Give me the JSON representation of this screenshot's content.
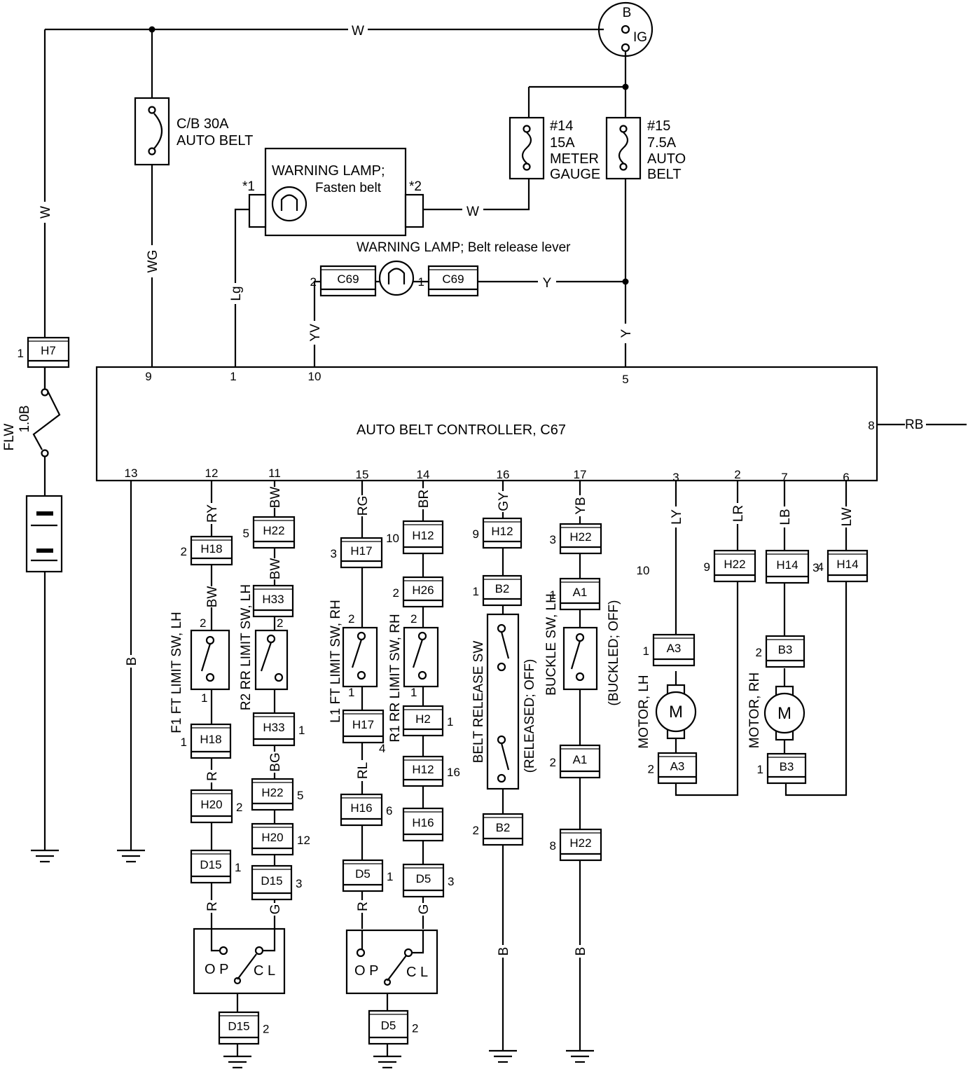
{
  "controller": {
    "label": "AUTO BELT CONTROLLER, C67"
  },
  "ignition": {
    "b": "B",
    "ig": "IG"
  },
  "labels": {
    "cb": [
      "C/B 30A",
      "AUTO BELT"
    ],
    "f14": [
      "#14",
      "15A",
      "METER",
      "GAUGE"
    ],
    "f15": [
      "#15",
      "7.5A",
      "AUTO",
      "BELT"
    ],
    "wl1": [
      "WARNING LAMP;",
      "Fasten belt"
    ],
    "wl1_s1": "*1",
    "wl1_s2": "*2",
    "wl2": "WARNING LAMP; Belt release lever",
    "flw": [
      "FLW",
      "1.0B"
    ],
    "sw_f1": "F1 FT LIMIT SW, LH",
    "sw_r2": "R2 RR LIMIT SW, LH",
    "sw_l1": "L1 FT LIMIT SW, RH",
    "sw_r1": "R1 RR LIMIT SW, RH",
    "sw_brel": "BELT RELEASE SW",
    "sw_brel_state": "(RELEASED; OFF)",
    "sw_buckle": "BUCKLE SW, LH",
    "sw_buckle_state": "(BUCKLED; OFF)",
    "motor_lh": "MOTOR, LH",
    "motor_rh": "MOTOR, RH",
    "motor_m": "M",
    "op": "O P",
    "cl": "C L"
  },
  "wires": {
    "w_top": "W",
    "w_left": "W",
    "w_lamp": "W",
    "wg": "WG",
    "lg": "Lg",
    "yv": "YV",
    "y1": "Y",
    "y2": "Y",
    "rb": "RB",
    "ry": "RY",
    "bw1": "BW",
    "bw2": "BW",
    "bw3": "BW",
    "r1": "R",
    "r2": "R",
    "bg": "BG",
    "g1": "G",
    "rg": "RG",
    "rl": "RL",
    "r3": "R",
    "br": "BR",
    "g2": "G",
    "gy": "GY",
    "yb": "YB",
    "b1": "B",
    "b2": "B",
    "b3": "B",
    "ly": "LY",
    "lr": "LR",
    "lb": "LB",
    "lw": "LW"
  },
  "pins": {
    "p9": "9",
    "p1": "1",
    "p10": "10",
    "p5": "5",
    "p8": "8",
    "p13": "13",
    "p12": "12",
    "p11": "11",
    "p15": "15",
    "p14": "14",
    "p16": "16",
    "p17": "17",
    "p3": "3",
    "p2": "2",
    "p7": "7",
    "p6": "6"
  },
  "connectors": [
    {
      "id": "H7",
      "pin": "1"
    },
    {
      "id": "C69",
      "pin": "2"
    },
    {
      "id": "C69",
      "pin": "1"
    },
    {
      "id": "H18",
      "pin": "2"
    },
    {
      "id": "H18",
      "pin": "1"
    },
    {
      "id": "H20",
      "pin": "2"
    },
    {
      "id": "D15",
      "pin": "1"
    },
    {
      "id": "D15",
      "pin": "2"
    },
    {
      "id": "H22",
      "pin": "5"
    },
    {
      "id": "H33",
      "pin": ""
    },
    {
      "id": "H33",
      "pin": "1"
    },
    {
      "id": "H22",
      "pin": "5"
    },
    {
      "id": "H20",
      "pin": "12"
    },
    {
      "id": "D15",
      "pin": "3"
    },
    {
      "id": "H17",
      "pin": "3"
    },
    {
      "id": "H17",
      "pin": "4"
    },
    {
      "id": "H16",
      "pin": "6"
    },
    {
      "id": "D5",
      "pin": "1"
    },
    {
      "id": "D5",
      "pin": "2"
    },
    {
      "id": "H12",
      "pin": "10"
    },
    {
      "id": "H26",
      "pin": "2"
    },
    {
      "id": "H2",
      "pin": "1"
    },
    {
      "id": "H12",
      "pin": "16"
    },
    {
      "id": "H16",
      "pin": ""
    },
    {
      "id": "D5",
      "pin": "3"
    },
    {
      "id": "H12",
      "pin": "9"
    },
    {
      "id": "B2",
      "pin": "1"
    },
    {
      "id": "B2",
      "pin": "2"
    },
    {
      "id": "H22",
      "pin": "3"
    },
    {
      "id": "A1",
      "pin": "1"
    },
    {
      "id": "A1",
      "pin": "2"
    },
    {
      "id": "H22",
      "pin": "8"
    },
    {
      "id": "A3",
      "pin": "1"
    },
    {
      "id": "A3",
      "pin": "2"
    },
    {
      "id": "H22",
      "pin": "9"
    },
    {
      "id": "H14",
      "pin": "3"
    },
    {
      "id": "H14",
      "pin": "4"
    },
    {
      "id": "B3",
      "pin": "2"
    },
    {
      "id": "B3",
      "pin": "1"
    }
  ],
  "switch_pins": {
    "f1_top": "2",
    "f1_bot": "1",
    "r2_top": "2",
    "l1_top": "2",
    "l1_bot": "1",
    "r1_top": "2",
    "r1_bot": "1"
  },
  "extra": {
    "p10_motor": "10"
  }
}
